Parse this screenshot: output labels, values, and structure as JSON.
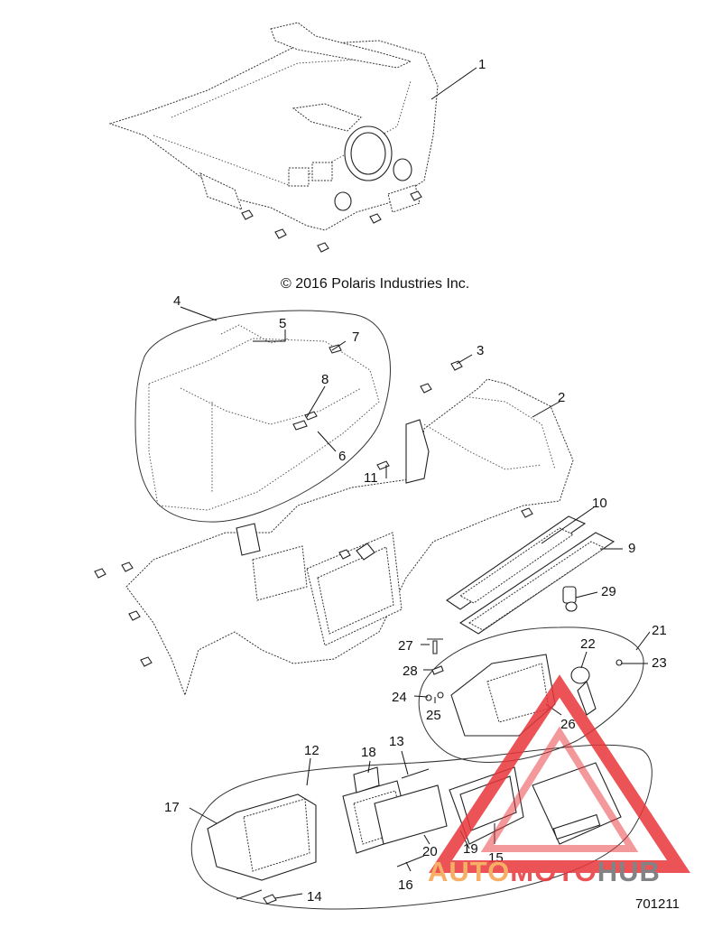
{
  "copyright": "© 2016 Polaris Industries Inc.",
  "figure_number": "701211",
  "callouts": [
    "1",
    "2",
    "3",
    "4",
    "5",
    "6",
    "7",
    "8",
    "9",
    "10",
    "11",
    "12",
    "13",
    "14",
    "15",
    "16",
    "17",
    "18",
    "19",
    "20",
    "21",
    "22",
    "23",
    "24",
    "25",
    "26",
    "27",
    "28",
    "29"
  ],
  "watermark": {
    "part1": "AUTO",
    "part2": "MOTO",
    "part3": "HUB",
    "colors": {
      "red": "#e8363a",
      "orange": "#f5a24a",
      "gray": "#6d6e70"
    }
  }
}
